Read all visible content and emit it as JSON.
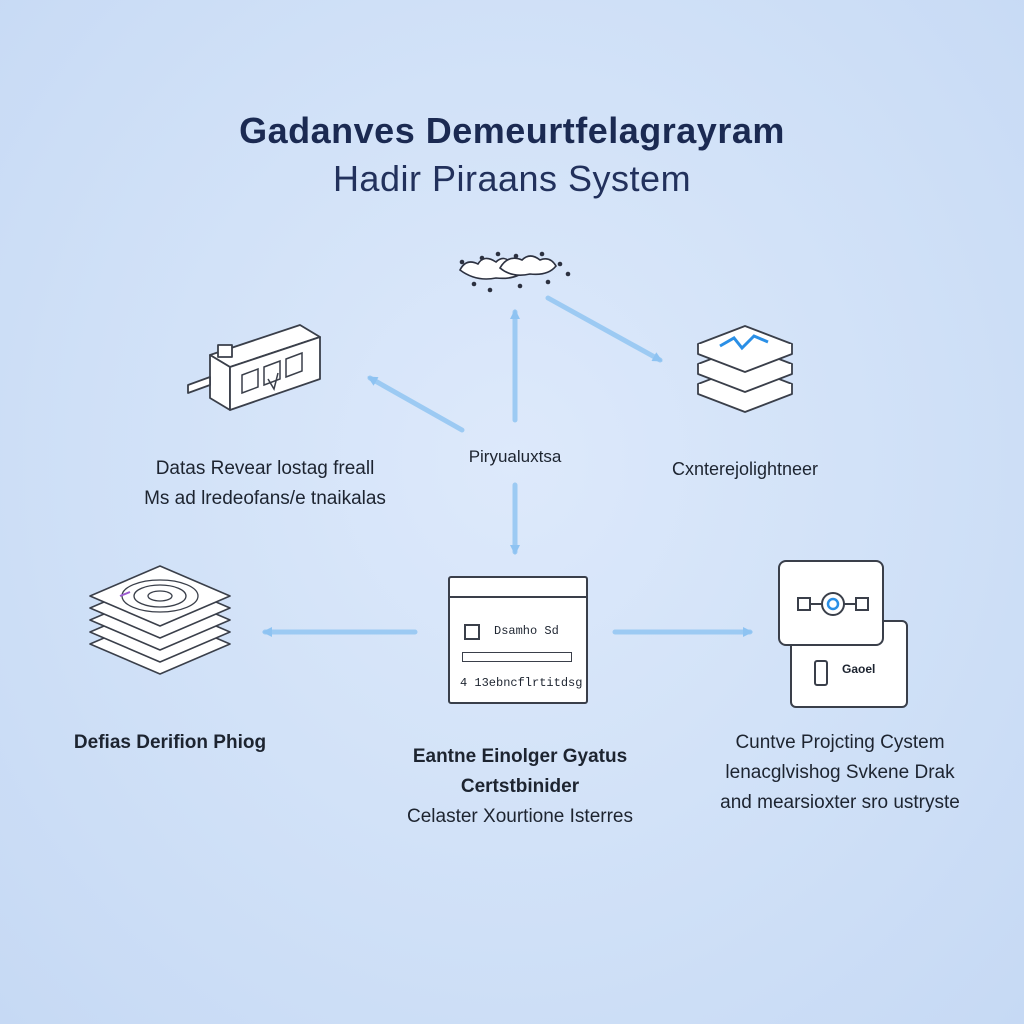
{
  "diagram": {
    "title_line1": "Gadanves Demeurtfelagrayram",
    "title_line2": "Hadir Piraans System"
  },
  "nodes": {
    "cloud": {
      "icon": "cloud-network-icon"
    },
    "server": {
      "icon": "server-rack-icon",
      "line1": "Datas Revear lostag freall",
      "line2": "Ms ad lredeofans/e tnaikalas"
    },
    "hub": {
      "label": "Piryualuxtsa"
    },
    "layers": {
      "icon": "stacked-layers-icon",
      "label": "Cxnterejolightneer"
    },
    "database": {
      "icon": "database-stack-icon",
      "label": "Defias Derifion Phiog"
    },
    "window": {
      "icon": "application-window-icon",
      "window_row1": "Dsamho Sd",
      "window_row3": "4 13ebncflrtitdsg",
      "line1": "Eantne Einolger Gyatus",
      "line2": "Certstbinider",
      "line3": "Celaster Xourtione Isterres"
    },
    "device": {
      "icon": "device-card-icon",
      "card_label": "Gaoel",
      "line1": "Cuntve Projcting Cystem",
      "line2": "lenacglvishog Svkene Drak",
      "line3": "and mearsioxter sro ustryste"
    }
  },
  "colors": {
    "background": "#cfe0f7",
    "title": "#1b2a52",
    "arrow": "#8ec3f2",
    "accent": "#2a8fe6",
    "line": "#3a3f4a"
  }
}
